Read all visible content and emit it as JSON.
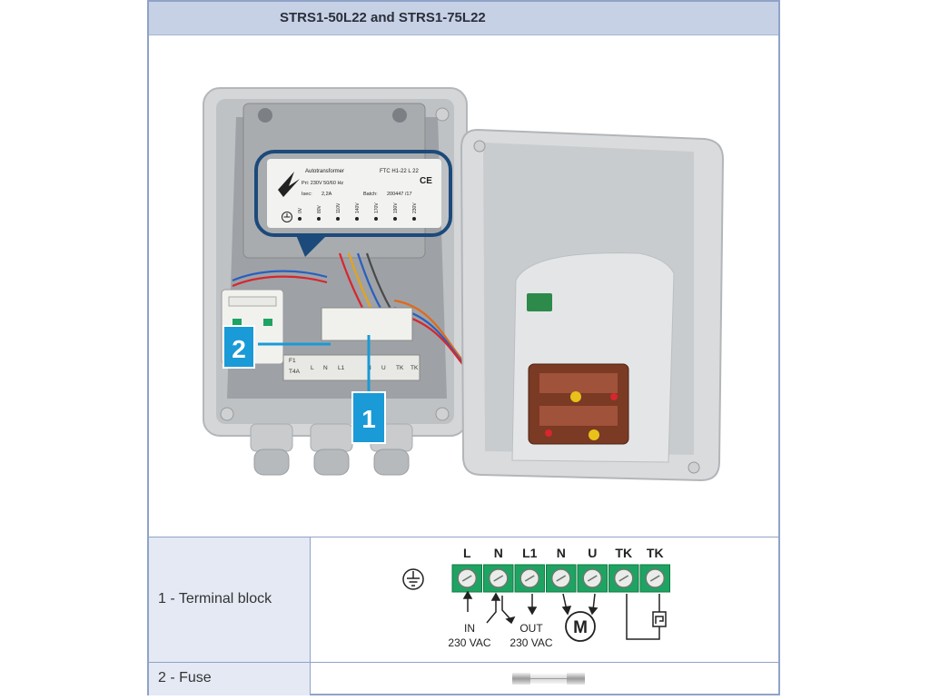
{
  "title": "STRS1-50L22 and STRS1-75L22",
  "photo": {
    "label_plate": {
      "line1": "Autotransformer",
      "model": "FTC H1-22 L 22",
      "pri": "Pri: 230V 50/60 Hz",
      "isec_label": "Isec:",
      "isec_value": "2,2A",
      "batch_label": "Batch:",
      "batch_value": "200447 /17",
      "ce": "CE",
      "taps": [
        "0V",
        "80V",
        "110V",
        "140V",
        "170V",
        "190V",
        "230V"
      ]
    },
    "callouts": [
      "1",
      "2"
    ],
    "strip_labels": [
      "F1",
      "T4A",
      "L",
      "N",
      "L1",
      "N",
      "U",
      "TK",
      "TK"
    ]
  },
  "rows": [
    {
      "label": "1 - Terminal block",
      "terminals": [
        "L",
        "N",
        "L1",
        "N",
        "U",
        "TK",
        "TK"
      ],
      "in_label": "IN",
      "in_voltage": "230 VAC",
      "out_label": "OUT",
      "out_voltage": "230 VAC",
      "motor_label": "M"
    },
    {
      "label": "2 - Fuse"
    }
  ],
  "colors": {
    "header_bg": "#c6d1e6",
    "frame_border": "#8fa3c8",
    "label_cell_bg": "#e4e9f4",
    "terminal_green": "#1fa362",
    "callout_blue": "#1a9ad6",
    "highlight_navy": "#1c4a7a"
  }
}
